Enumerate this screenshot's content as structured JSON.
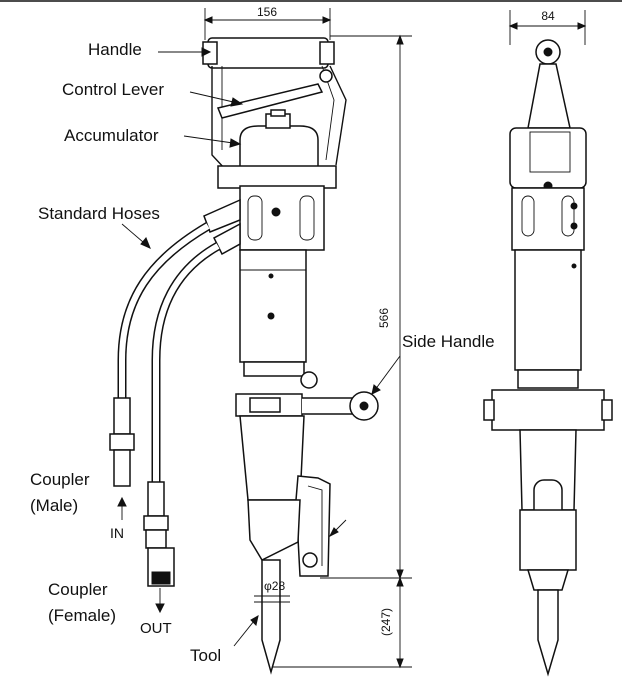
{
  "labels": {
    "handle": "Handle",
    "control_lever": "Control Lever",
    "accumulator": "Accumulator",
    "standard_hoses": "Standard Hoses",
    "side_handle": "Side Handle",
    "coupler_male_1": "Coupler",
    "coupler_male_2": "(Male)",
    "coupler_female_1": "Coupler",
    "coupler_female_2": "(Female)",
    "in": "IN",
    "out": "OUT",
    "tool": "Tool"
  },
  "dimensions": {
    "width_front": "156",
    "width_side": "84",
    "height": "566",
    "tool_length": "(247)",
    "tool_diameter": "φ28"
  }
}
